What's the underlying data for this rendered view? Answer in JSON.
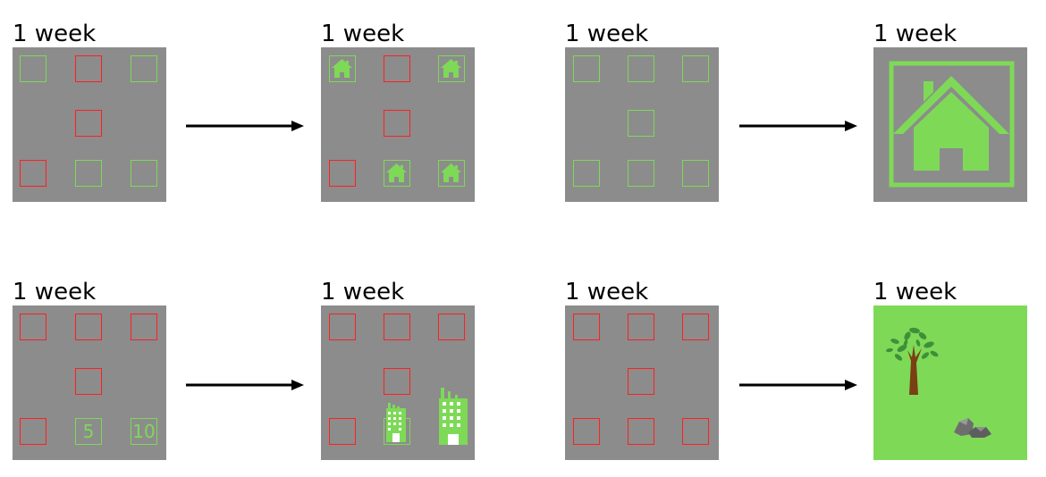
{
  "colors": {
    "panel_gray": "#8c8c8c",
    "red_outline": "#ff1f1f",
    "green": "#7ed957",
    "green_bg": "#7ed957",
    "arrow": "#000000",
    "tree_trunk": "#7a3f14",
    "tree_leaves": "#3f8f3a",
    "rock": "#6e6e6e"
  },
  "panels": [
    {
      "label": "1 week",
      "cells": [
        "green",
        "red",
        "green",
        "red",
        "red",
        "green",
        "green"
      ]
    },
    {
      "label": "1 week",
      "cells": [
        "green-house",
        "red",
        "green-house",
        "red",
        "red",
        "green-house",
        "green-house"
      ]
    },
    {
      "label": "1 week",
      "cells": [
        "green",
        "green",
        "green",
        "green",
        "green",
        "green",
        "green"
      ]
    },
    {
      "label": "1 week",
      "icon": "large-house-icon"
    },
    {
      "label": "1 week",
      "cells": [
        "red",
        "red",
        "red",
        "red",
        "red",
        "green",
        "green"
      ],
      "numbers": [
        "5",
        "10"
      ]
    },
    {
      "label": "1 week",
      "cells": [
        "red",
        "red",
        "red",
        "red",
        "red",
        "green-building",
        "building"
      ]
    },
    {
      "label": "1 week",
      "cells": [
        "red",
        "red",
        "red",
        "red",
        "red",
        "red",
        "red"
      ]
    },
    {
      "label": "1 week",
      "icons": [
        "tree-icon",
        "rocks-icon"
      ]
    }
  ]
}
